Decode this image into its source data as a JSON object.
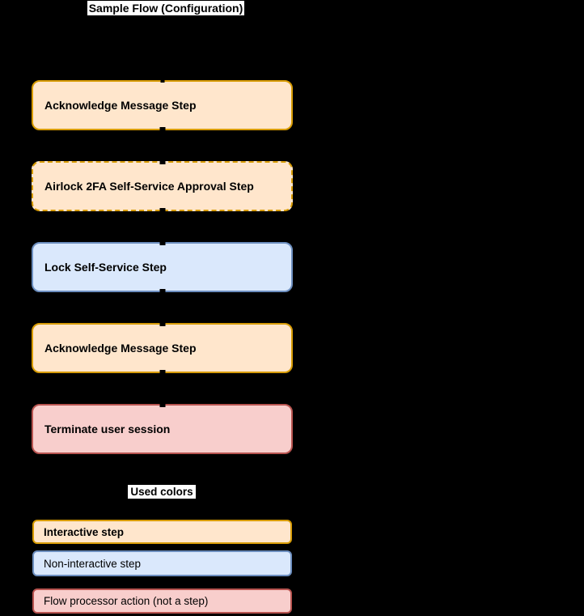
{
  "title": "Sample Flow (Configuration)",
  "colors": {
    "background": "#000000",
    "interactive_fill": "#FFE6CC",
    "interactive_stroke": "#D79B00",
    "noninteractive_fill": "#DAE8FC",
    "noninteractive_stroke": "#6C8EBF",
    "action_fill": "#F8CECC",
    "action_stroke": "#B85450"
  },
  "flow": {
    "steps": [
      {
        "label": "Acknowledge Message Step",
        "type": "interactive",
        "border_style": "solid"
      },
      {
        "label": "Airlock 2FA Self-Service Approval Step",
        "type": "interactive",
        "border_style": "dashed"
      },
      {
        "label": "Lock Self-Service Step",
        "type": "noninteractive",
        "border_style": "solid"
      },
      {
        "label": "Acknowledge Message Step",
        "type": "interactive",
        "border_style": "solid"
      },
      {
        "label": "Terminate user session",
        "type": "action",
        "border_style": "solid"
      }
    ]
  },
  "legend": {
    "title": "Used colors",
    "items": [
      {
        "label": "Interactive step",
        "type": "interactive",
        "bold": true
      },
      {
        "label": "Non-interactive step",
        "type": "noninteractive",
        "bold": false
      },
      {
        "label": "Flow processor action (not a step)",
        "type": "action",
        "bold": false
      }
    ]
  }
}
